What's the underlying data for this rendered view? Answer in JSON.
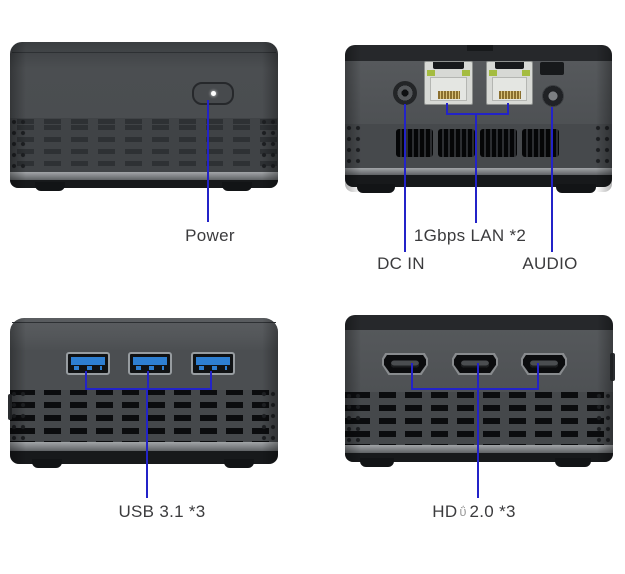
{
  "figure": {
    "background": "#ffffff",
    "annotation_color": "#2323c8",
    "label_color": "#3b3b3d",
    "body_color": "#4a4d50"
  },
  "views": {
    "front": {
      "description": "front view with power button",
      "labels": {
        "power": "Power"
      }
    },
    "rear_io": {
      "description": "rear view with DC jack, dual LAN, audio jack",
      "labels": {
        "lan": "1Gbps LAN *2",
        "dc_in": "DC IN",
        "audio": "AUDIO"
      }
    },
    "usb_side": {
      "description": "side view with three USB ports",
      "labels": {
        "usb": "USB 3.1 *3"
      }
    },
    "hdmi_side": {
      "description": "side view with three HDMI ports",
      "labels": {
        "hdmi_prefix": "HD",
        "hdmi_glyph": "ΰ",
        "hdmi_suffix": "2.0 *3"
      }
    }
  }
}
